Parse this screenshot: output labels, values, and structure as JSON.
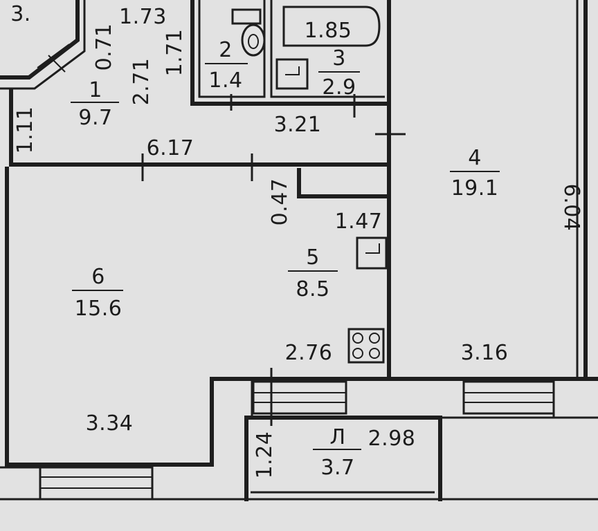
{
  "rooms": [
    {
      "id": "1",
      "number": "1",
      "area": "9.7"
    },
    {
      "id": "2",
      "number": "2",
      "area": "1.4"
    },
    {
      "id": "3",
      "number": "3",
      "area": "2.9"
    },
    {
      "id": "4",
      "number": "4",
      "area": "19.1"
    },
    {
      "id": "5",
      "number": "5",
      "area": "8.5"
    },
    {
      "id": "6",
      "number": "6",
      "area": "15.6"
    },
    {
      "id": "loggia",
      "number": "Л",
      "area": "3.7"
    }
  ],
  "dimensions": {
    "d_0_71": "0.71",
    "d_1_73": "1.73",
    "d_1_71": "1.71",
    "d_2_71": "2.71",
    "d_1_11": "1.11",
    "d_1_85": "1.85",
    "d_3_21": "3.21",
    "d_6_17": "6.17",
    "d_0_47": "0.47",
    "d_1_47": "1.47",
    "d_2_76": "2.76",
    "d_6_04": "6.04",
    "d_3_16": "3.16",
    "d_3_34": "3.34",
    "d_1_24": "1.24",
    "d_2_98": "2.98"
  },
  "corner_mark": "3.",
  "colors": {
    "background": "#e2e2e2",
    "lines": "#1e1e1e",
    "text": "#1c1c1c"
  }
}
